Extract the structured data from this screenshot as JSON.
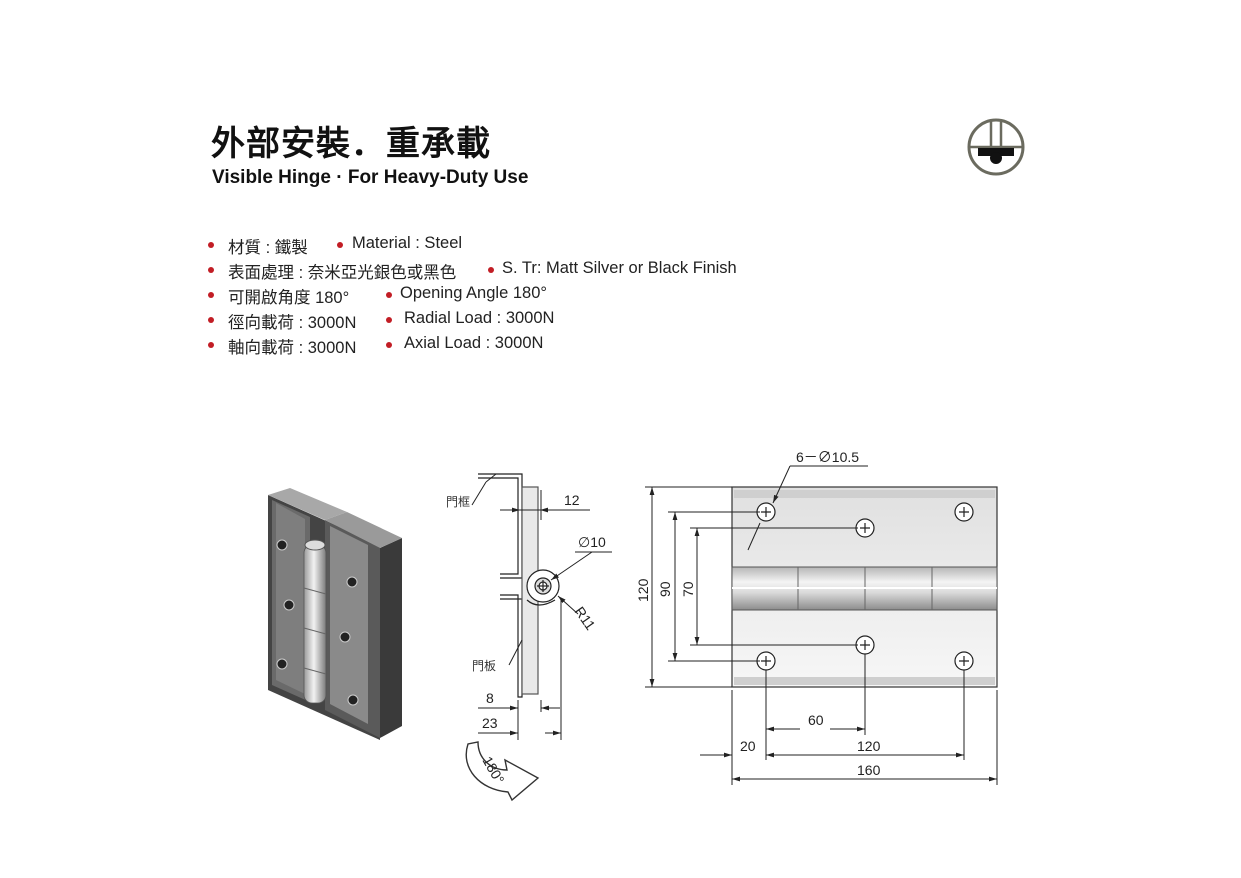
{
  "header": {
    "title_zh": "外部安裝．重承載",
    "title_en": "Visible Hinge · For Heavy-Duty Use",
    "logo_icon": "hinge-mount-icon"
  },
  "specs": [
    {
      "zh": "材質 : 鐵製",
      "en": "Material : Steel"
    },
    {
      "zh": "表面處理 : 奈米亞光銀色或黑色",
      "en": "S. Tr: Matt Silver or Black Finish"
    },
    {
      "zh": "可開啟角度 180°",
      "en": "Opening Angle 180°"
    },
    {
      "zh": "徑向載荷 : 3000N",
      "en": "Radial Load : 3000N"
    },
    {
      "zh": "軸向載荷 : 3000N",
      "en": "Axial Load : 3000N"
    }
  ],
  "side_view": {
    "label_frame": "門框",
    "label_door": "門板",
    "dim_12": "12",
    "dim_dia10": "∅10",
    "dim_r11": "R11",
    "dim_8": "8",
    "dim_23": "23",
    "angle": "180°"
  },
  "front_view": {
    "hole_spec": "6－∅10.5",
    "dim_120_height": "120",
    "dim_90": "90",
    "dim_70": "70",
    "dim_60": "60",
    "dim_20": "20",
    "dim_120_width": "120",
    "dim_160": "160"
  },
  "colors": {
    "bullet": "#c21d25",
    "logo_border": "#6b6b5f"
  }
}
